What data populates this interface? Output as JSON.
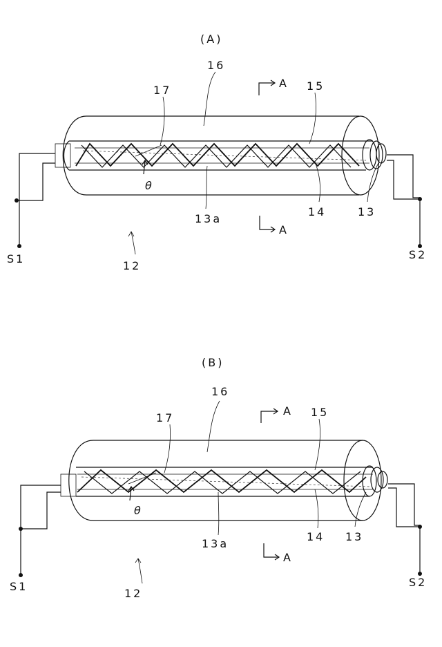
{
  "figures": [
    {
      "id": "A",
      "caption": "(A)",
      "labels": {
        "outer_tube": "16",
        "inner_tube": "15",
        "winding": "17",
        "angle": "θ",
        "core": "13a",
        "coil": "14",
        "conductor": "13",
        "section_top": "A",
        "section_bottom": "A",
        "terminal_left": "S1",
        "terminal_right": "S2",
        "assembly": "12"
      }
    },
    {
      "id": "B",
      "caption": "(B)",
      "labels": {
        "outer_tube": "16",
        "inner_tube": "15",
        "winding": "17",
        "angle": "θ",
        "core": "13a",
        "coil": "14",
        "conductor": "13",
        "section_top": "A",
        "section_bottom": "A",
        "terminal_left": "S1",
        "terminal_right": "S2",
        "assembly": "12"
      }
    }
  ]
}
